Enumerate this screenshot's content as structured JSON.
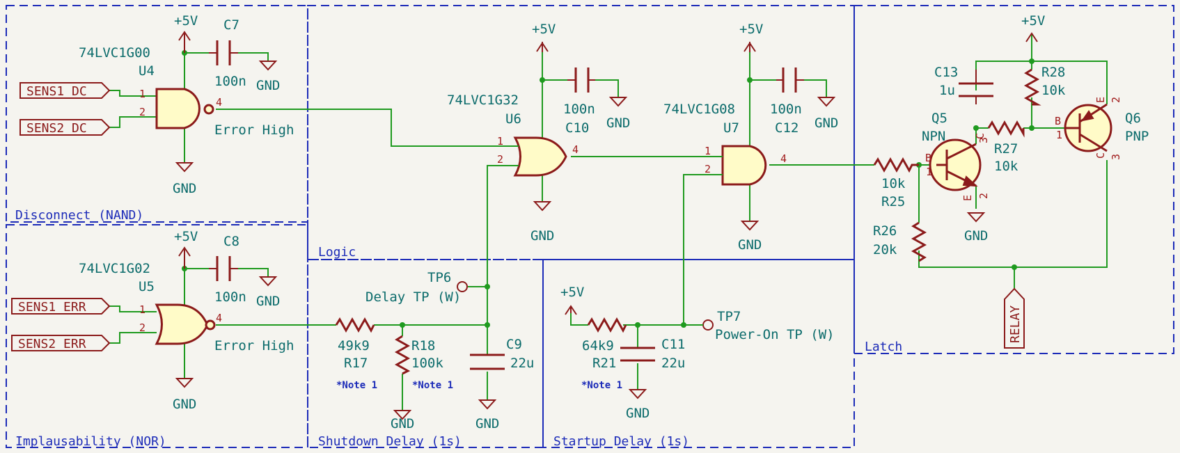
{
  "blocks": {
    "disconnect": "Disconnect (NAND)",
    "implausibility": "Implausability (NOR)",
    "logic": "Logic",
    "shutdown": "Shutdown Delay (1s)",
    "startup": "Startup Delay (1s)",
    "latch": "Latch"
  },
  "labels": {
    "sens1_dc": "SENS1_DC",
    "sens2_dc": "SENS2_DC",
    "sens1_err": "SENS1_ERR",
    "sens2_err": "SENS2_ERR",
    "relay": "RELAY"
  },
  "power": {
    "vcc": "+5V",
    "gnd": "GND"
  },
  "components": {
    "u4": {
      "ref": "U4",
      "value": "74LVC1G00"
    },
    "u5": {
      "ref": "U5",
      "value": "74LVC1G02"
    },
    "u6": {
      "ref": "U6",
      "value": "74LVC1G32"
    },
    "u7": {
      "ref": "U7",
      "value": "74LVC1G08"
    },
    "c7": {
      "ref": "C7",
      "value": "100n"
    },
    "c8": {
      "ref": "C8",
      "value": "100n"
    },
    "c10": {
      "ref": "C10",
      "value": "100n"
    },
    "c12": {
      "ref": "C12",
      "value": "100n"
    },
    "c9": {
      "ref": "C9",
      "value": "22u"
    },
    "c11": {
      "ref": "C11",
      "value": "22u"
    },
    "c13": {
      "ref": "C13",
      "value": "1u"
    },
    "r17": {
      "ref": "R17",
      "value": "49k9"
    },
    "r18": {
      "ref": "R18",
      "value": "100k"
    },
    "r21": {
      "ref": "R21",
      "value": "64k9"
    },
    "r25": {
      "ref": "R25",
      "value": "10k"
    },
    "r26": {
      "ref": "R26",
      "value": "20k"
    },
    "r27": {
      "ref": "R27",
      "value": "10k"
    },
    "r28": {
      "ref": "R28",
      "value": "10k"
    },
    "q5": {
      "ref": "Q5",
      "value": "NPN"
    },
    "q6": {
      "ref": "Q6",
      "value": "PNP"
    },
    "tp6": {
      "ref": "TP6",
      "value": "Delay TP (W)"
    },
    "tp7": {
      "ref": "TP7",
      "value": "Power-On TP (W)"
    }
  },
  "nets": {
    "error_high": "Error High"
  },
  "notes": {
    "note1": "*Note 1"
  },
  "pins": {
    "p1": "1",
    "p2": "2",
    "p3": "3",
    "p4": "4",
    "b": "B",
    "c": "C",
    "e": "E"
  }
}
